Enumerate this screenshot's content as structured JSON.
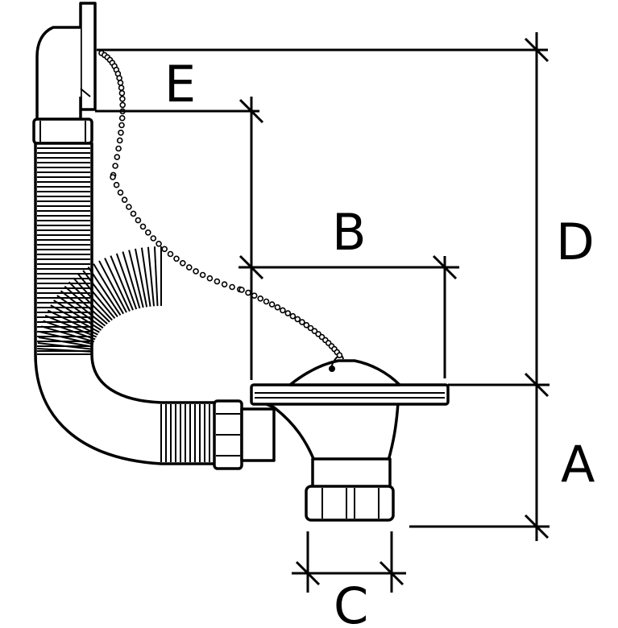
{
  "dimensions": {
    "a_label": "A",
    "b_label": "B",
    "c_label": "C",
    "d_label": "D",
    "e_label": "E"
  },
  "colors": {
    "line": "#000000",
    "background": "#ffffff"
  }
}
